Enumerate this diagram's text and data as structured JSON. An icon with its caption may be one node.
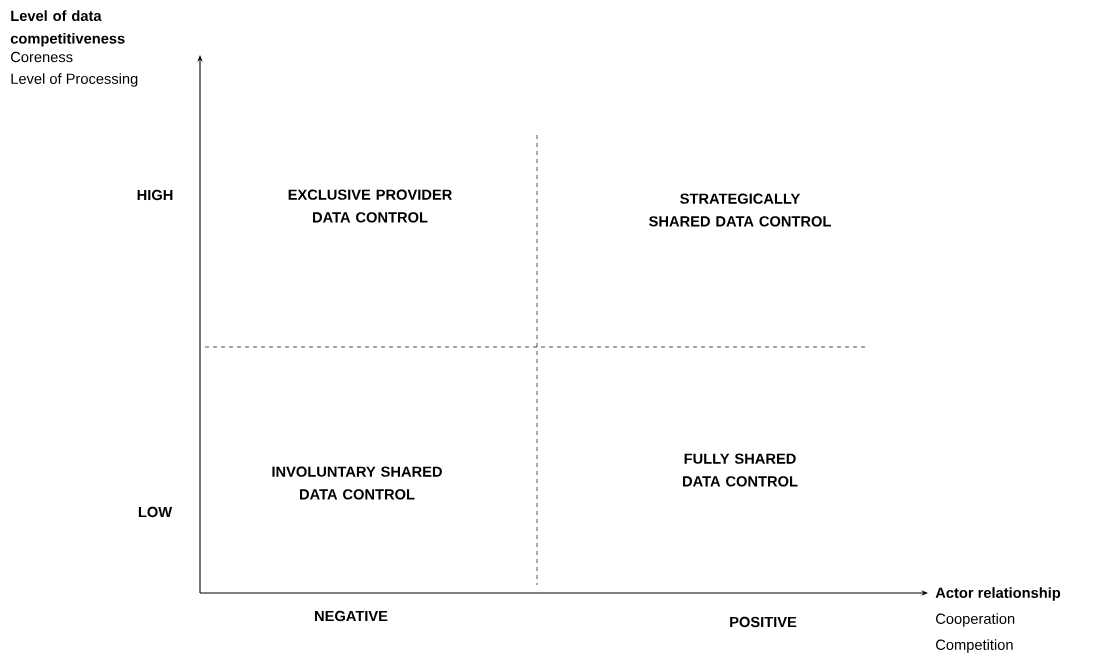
{
  "diagram": {
    "labels": [
      "Level of data competitiveness",
      "Coreness",
      "Level of Processing",
      "HIGH",
      "EXCLUSIVE PROVIDER DATA CONTROL",
      "STRATEGICALLY SHARED DATA CONTROL",
      "INVOLUNTARY SHARED DATA CONTROL",
      "FULLY SHARED DATA CONTROL",
      "LOW",
      "Actor relationship",
      "Cooperation",
      "Competition",
      "NEGATIVE",
      "POSITIVE"
    ]
  }
}
